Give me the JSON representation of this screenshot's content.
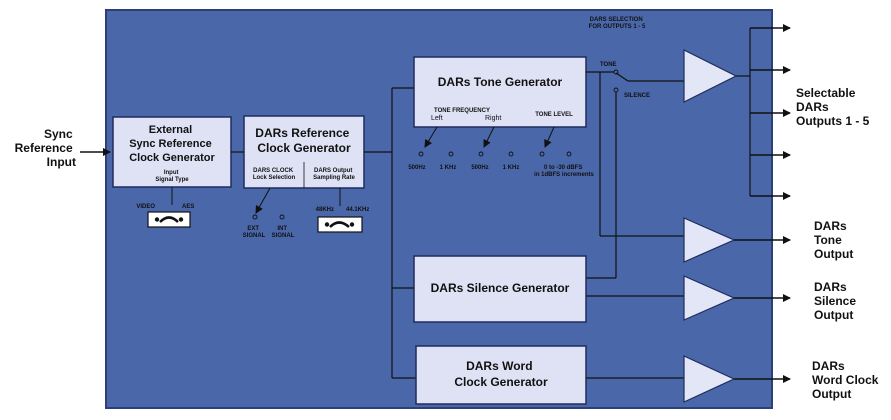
{
  "inputs": {
    "sync_reference": [
      "Sync",
      "Reference",
      "Input"
    ]
  },
  "blocks": {
    "external_sync": {
      "title": [
        "External",
        "Sync Reference",
        "Clock Generator"
      ],
      "sub": [
        "Input",
        "Signal Type"
      ],
      "switch_left": "VIDEO",
      "switch_right": "AES"
    },
    "dars_ref_clock": {
      "title": [
        "DARs Reference",
        "Clock Generator"
      ],
      "left_label": [
        "DARS CLOCK",
        "Lock Selection"
      ],
      "right_label": [
        "DARS Output",
        "Sampling Rate"
      ],
      "ext_signal": [
        "EXT",
        "SIGNAL"
      ],
      "int_signal": [
        "INT",
        "SIGNAL"
      ],
      "rate_left": "48KHz",
      "rate_right": "44.1KHz"
    },
    "tone_gen": {
      "title": "DARs Tone Generator",
      "tone_frequency": "TONE FREQUENCY",
      "left": "Left",
      "right": "Right",
      "tone_level": "TONE LEVEL",
      "freqs": [
        "500Hz",
        "1 KHz",
        "500Hz",
        "1 KHz"
      ],
      "level": [
        "0 to -30 dBFS",
        "in 1dBFS increments"
      ]
    },
    "silence_gen": {
      "title": "DARs Silence Generator"
    },
    "word_clock": {
      "title": [
        "DARs Word",
        "Clock Generator"
      ]
    }
  },
  "selection": {
    "label": [
      "DARS SELECTION",
      "FOR OUTPUTS 1 - 5"
    ],
    "tone": "TONE",
    "silence": "SILENCE"
  },
  "outputs": {
    "selectable": [
      "Selectable",
      "DARs",
      "Outputs 1 - 5"
    ],
    "tone": [
      "DARs",
      "Tone",
      "Output"
    ],
    "silence": [
      "DARs",
      "Silence",
      "Output"
    ],
    "word_clock": [
      "DARs",
      "Word Clock",
      "Output"
    ]
  },
  "colors": {
    "panel": "#4a67aa",
    "panel_edge": "#2c3f78",
    "block": "#dfe2f4",
    "amp": "#e3e6f6",
    "line": "#111111"
  }
}
